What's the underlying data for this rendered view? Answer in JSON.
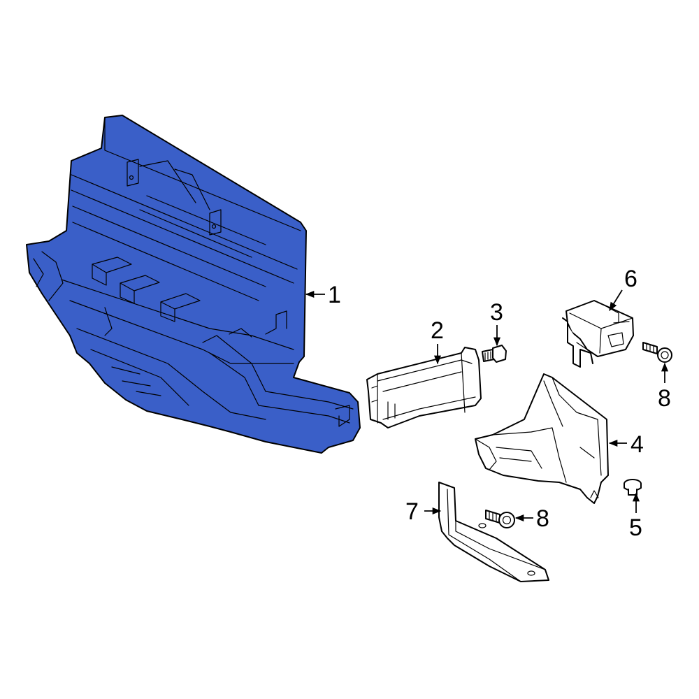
{
  "colors": {
    "highlight": "#3a5fc8",
    "highlight_dark": "#2c4aa6",
    "part": "#ffffff",
    "line": "#000000"
  },
  "callouts": {
    "c1": "1",
    "c2": "2",
    "c3": "3",
    "c4": "4",
    "c5": "5",
    "c6": "6",
    "c7": "7",
    "c8a": "8",
    "c8b": "8"
  }
}
